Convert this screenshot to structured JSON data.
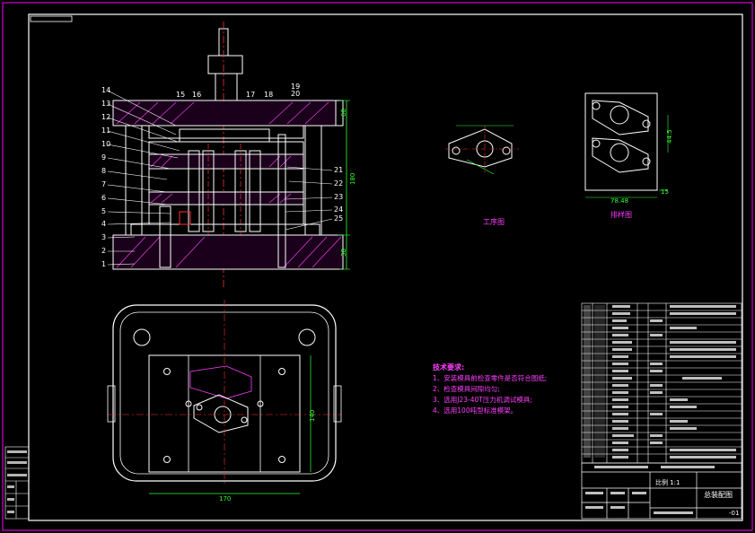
{
  "drawing": {
    "balloons": [
      "14",
      "13",
      "12",
      "11",
      "10",
      "9",
      "8",
      "7",
      "6",
      "5",
      "4",
      "3",
      "2",
      "1"
    ],
    "balloons_right_top": [
      "15",
      "16",
      "17",
      "18",
      "19",
      "20"
    ],
    "balloons_right": [
      "21",
      "22",
      "23",
      "24",
      "25"
    ],
    "dims_right": [
      "180",
      "60",
      "38"
    ],
    "dim_width": "170",
    "dim_height": "140",
    "views": {
      "process_label": "工序图",
      "layout_label": "排样图",
      "layout_dim_w": "78.48",
      "layout_dim_h": "44.5",
      "layout_dim_b": "15"
    },
    "tech_req": {
      "title": "技术要求:",
      "lines": [
        "1、安装模具前检查零件是否符合图纸;",
        "2、检查模具间隙均匀;",
        "3、选用J23-40T压力机调试模具;",
        "4、选用100吨型标准模架。"
      ]
    },
    "title_block": {
      "scale_label": "比例 1:1",
      "drawing_name": "总装配图",
      "sheet_no": "-01"
    }
  },
  "colors": {
    "background": "#000000",
    "frame": "#ff00ff",
    "outline": "#ffffff",
    "center": "#ff3030",
    "hatch": "#ff40ff",
    "dimension": "#33ff33",
    "text_annotation": "#ff3fff"
  }
}
